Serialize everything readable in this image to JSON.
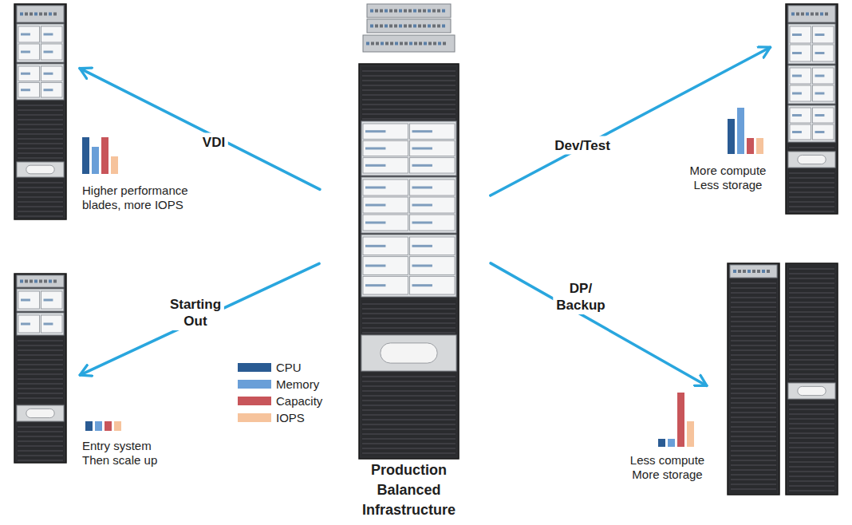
{
  "diagram": {
    "nodes": [
      {
        "text": [
          "Higher performance blades, more IOPS"
        ]
      },
      {
        "text": [
          "Production Balanced Infrastructure"
        ]
      },
      {
        "text": [
          "More compute Less storage"
        ]
      },
      {
        "text": [
          "Entry system Then scale up"
        ]
      },
      {
        "text": [
          "Less compute More storage"
        ]
      }
    ],
    "edges": [
      {
        "from": 1,
        "to": 0,
        "arrow": "to",
        "label": "VDI"
      },
      {
        "from": 1,
        "to": 2,
        "arrow": "to",
        "label": "Dev/Test"
      },
      {
        "from": 1,
        "to": 3,
        "arrow": "to",
        "label": "Starting Out"
      },
      {
        "from": 1,
        "to": 4,
        "arrow": "to",
        "label": "DP/ Backup"
      }
    ],
    "legend": [
      {
        "text": "CPU",
        "color": "#2a5b93"
      },
      {
        "text": "Memory",
        "color": "#6a9fd8"
      },
      {
        "text": "Capacity",
        "color": "#c8555a"
      },
      {
        "text": "IOPS",
        "color": "#f6c39c"
      }
    ]
  }
}
